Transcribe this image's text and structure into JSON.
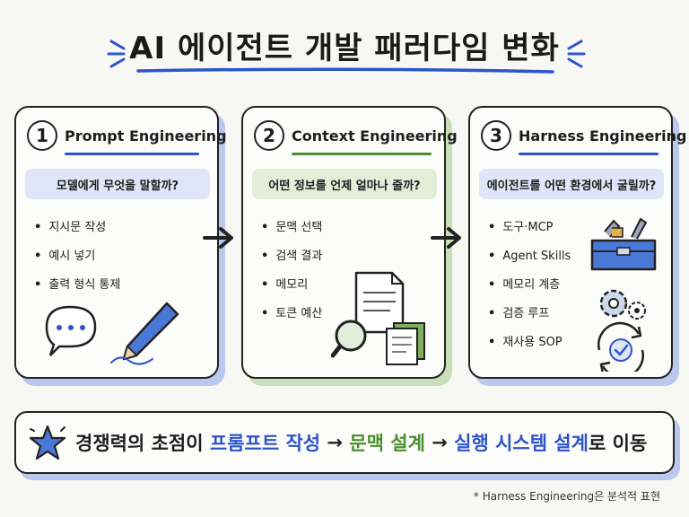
{
  "title": "AI 에이전트 개발 패러다임 변화",
  "colors": {
    "blue": "#2d55c9",
    "green": "#4b8f2e",
    "blue_bg": "#dfe6f7",
    "green_bg": "#e2eed8",
    "blue_shadow": "#b9c8ec",
    "green_shadow": "#c9dfb8"
  },
  "cards": [
    {
      "number": "1",
      "title": "Prompt Engineering",
      "question": "모델에게 무엇을 말할까?",
      "bullets": [
        "지시문 작성",
        "예시 넣기",
        "출력 형식 통제"
      ],
      "illustration": [
        "speech-bubble-icon",
        "pencil-icon"
      ]
    },
    {
      "number": "2",
      "title": "Context Engineering",
      "question": "어떤 정보를 언제 얼마나 줄까?",
      "bullets": [
        "문맥 선택",
        "검색 결과",
        "메모리",
        "토큰 예산"
      ],
      "illustration": [
        "document-icon",
        "magnifier-icon",
        "card-stack-icon"
      ]
    },
    {
      "number": "3",
      "title": "Harness Engineering",
      "question": "에이전트를 어떤 환경에서 굴릴까?",
      "bullets": [
        "도구·MCP",
        "Agent Skills",
        "메모리 계층",
        "검증 루프",
        "재사용 SOP"
      ],
      "illustration": [
        "toolbox-icon",
        "gears-icon",
        "cycle-check-icon"
      ]
    }
  ],
  "banner": {
    "prefix": "경쟁력의 초점이 ",
    "step1": "프롬프트 작성",
    "arrow1": " → ",
    "step2": "문맥 설계",
    "arrow2": " → ",
    "step3": "실행 시스템 설계",
    "suffix": "로 이동",
    "icon": "star-icon"
  },
  "footnote": "* Harness Engineering은 분석적 표현"
}
